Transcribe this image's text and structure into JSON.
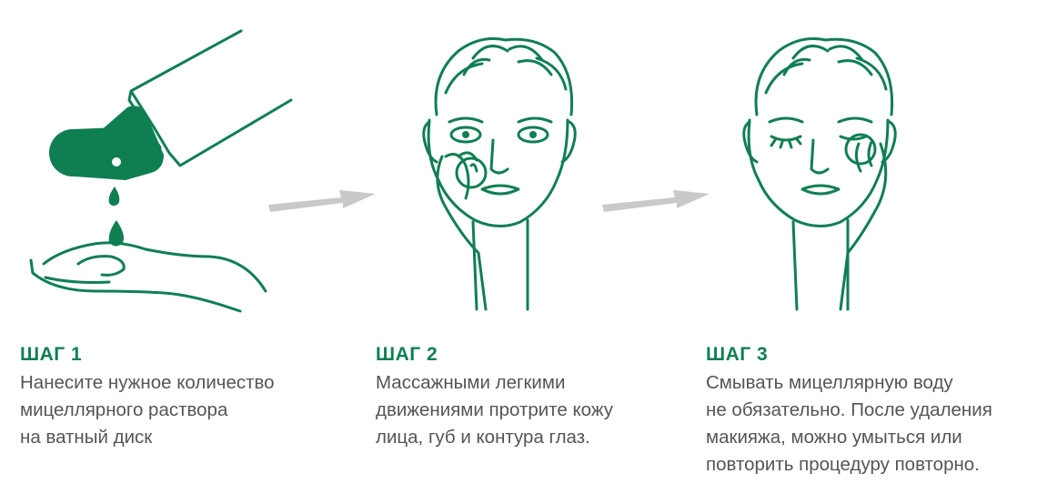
{
  "steps": [
    {
      "title": "ШАГ 1",
      "lines": [
        "Нанесите нужное количество",
        "мицеллярного раствора",
        "на ватный диск"
      ]
    },
    {
      "title": "ШАГ 2",
      "lines": [
        "Массажными легкими",
        "движениями протрите кожу",
        "лица, губ и контура глаз."
      ]
    },
    {
      "title": "ШАГ 3",
      "lines": [
        "Смывать мицеллярную воду",
        "не обязательно. После удаления",
        "макияжа, можно умыться или",
        "повторить процедуру повторно."
      ]
    }
  ],
  "colors": {
    "accent": "#0f7f52",
    "text": "#555555",
    "arrow": "#c9c9c9"
  },
  "icons": [
    "bottle-pour-icon",
    "arrow-right-icon",
    "face-cotton-pad-icon",
    "arrow-right-icon",
    "face-wink-cotton-pad-icon"
  ]
}
